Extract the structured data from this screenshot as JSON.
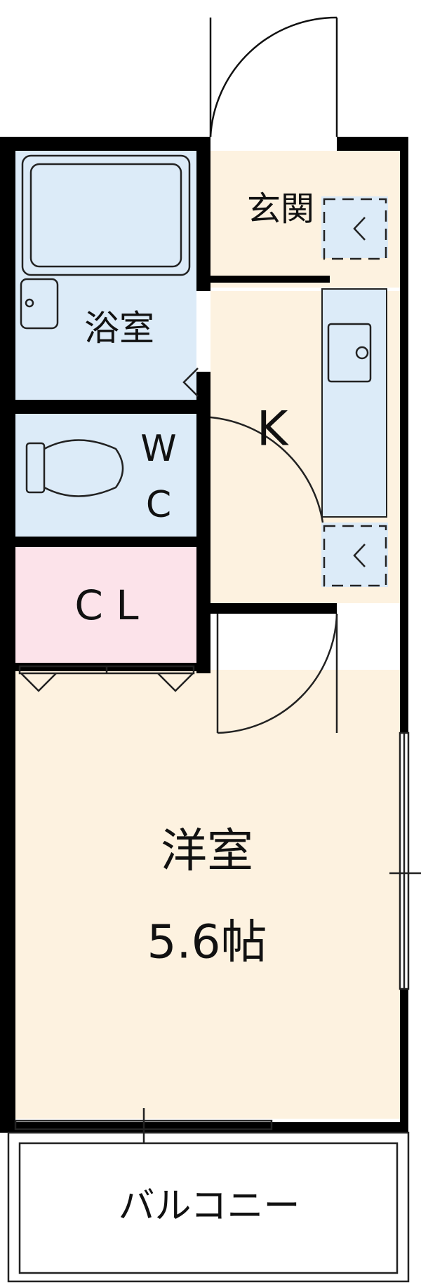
{
  "rooms": {
    "entrance": "玄関",
    "bath": "浴室",
    "kitchen": "K",
    "toilet_w": "W",
    "toilet_c": "C",
    "closet": "C  L",
    "western_room": "洋室",
    "western_room_size": "5.6帖",
    "balcony": "バルコニー"
  },
  "colors": {
    "wall": "#000000",
    "floor_wood": "#fdf2e0",
    "floor_wet": "#dcebf8",
    "closet_pink": "#fce3ea",
    "fixture_line": "#222222"
  }
}
